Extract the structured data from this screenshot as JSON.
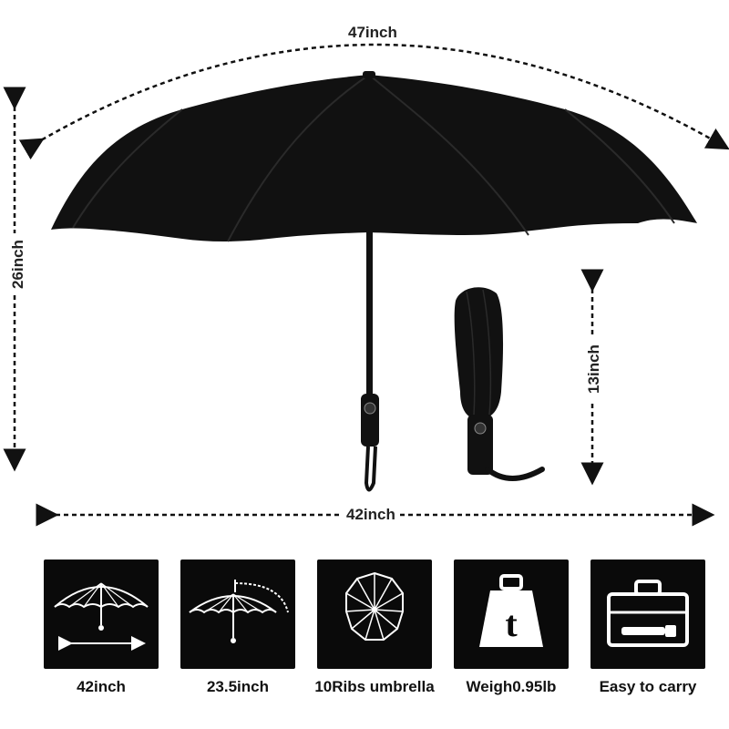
{
  "dimensions": {
    "span_arc": "47inch",
    "span_flat": "42inch",
    "height_open": "26inch",
    "height_folded": "13inch"
  },
  "features": [
    {
      "icon": "umbrella-width-icon",
      "label": "42inch"
    },
    {
      "icon": "umbrella-radius-icon",
      "label": "23.5inch"
    },
    {
      "icon": "ribs-icon",
      "label": "10Ribs umbrella"
    },
    {
      "icon": "weight-icon",
      "label": "Weigh0.95lb"
    },
    {
      "icon": "briefcase-icon",
      "label": "Easy to carry"
    }
  ],
  "colors": {
    "canopy": "#111111",
    "tile": "#0a0a0a",
    "line": "#ffffff"
  }
}
